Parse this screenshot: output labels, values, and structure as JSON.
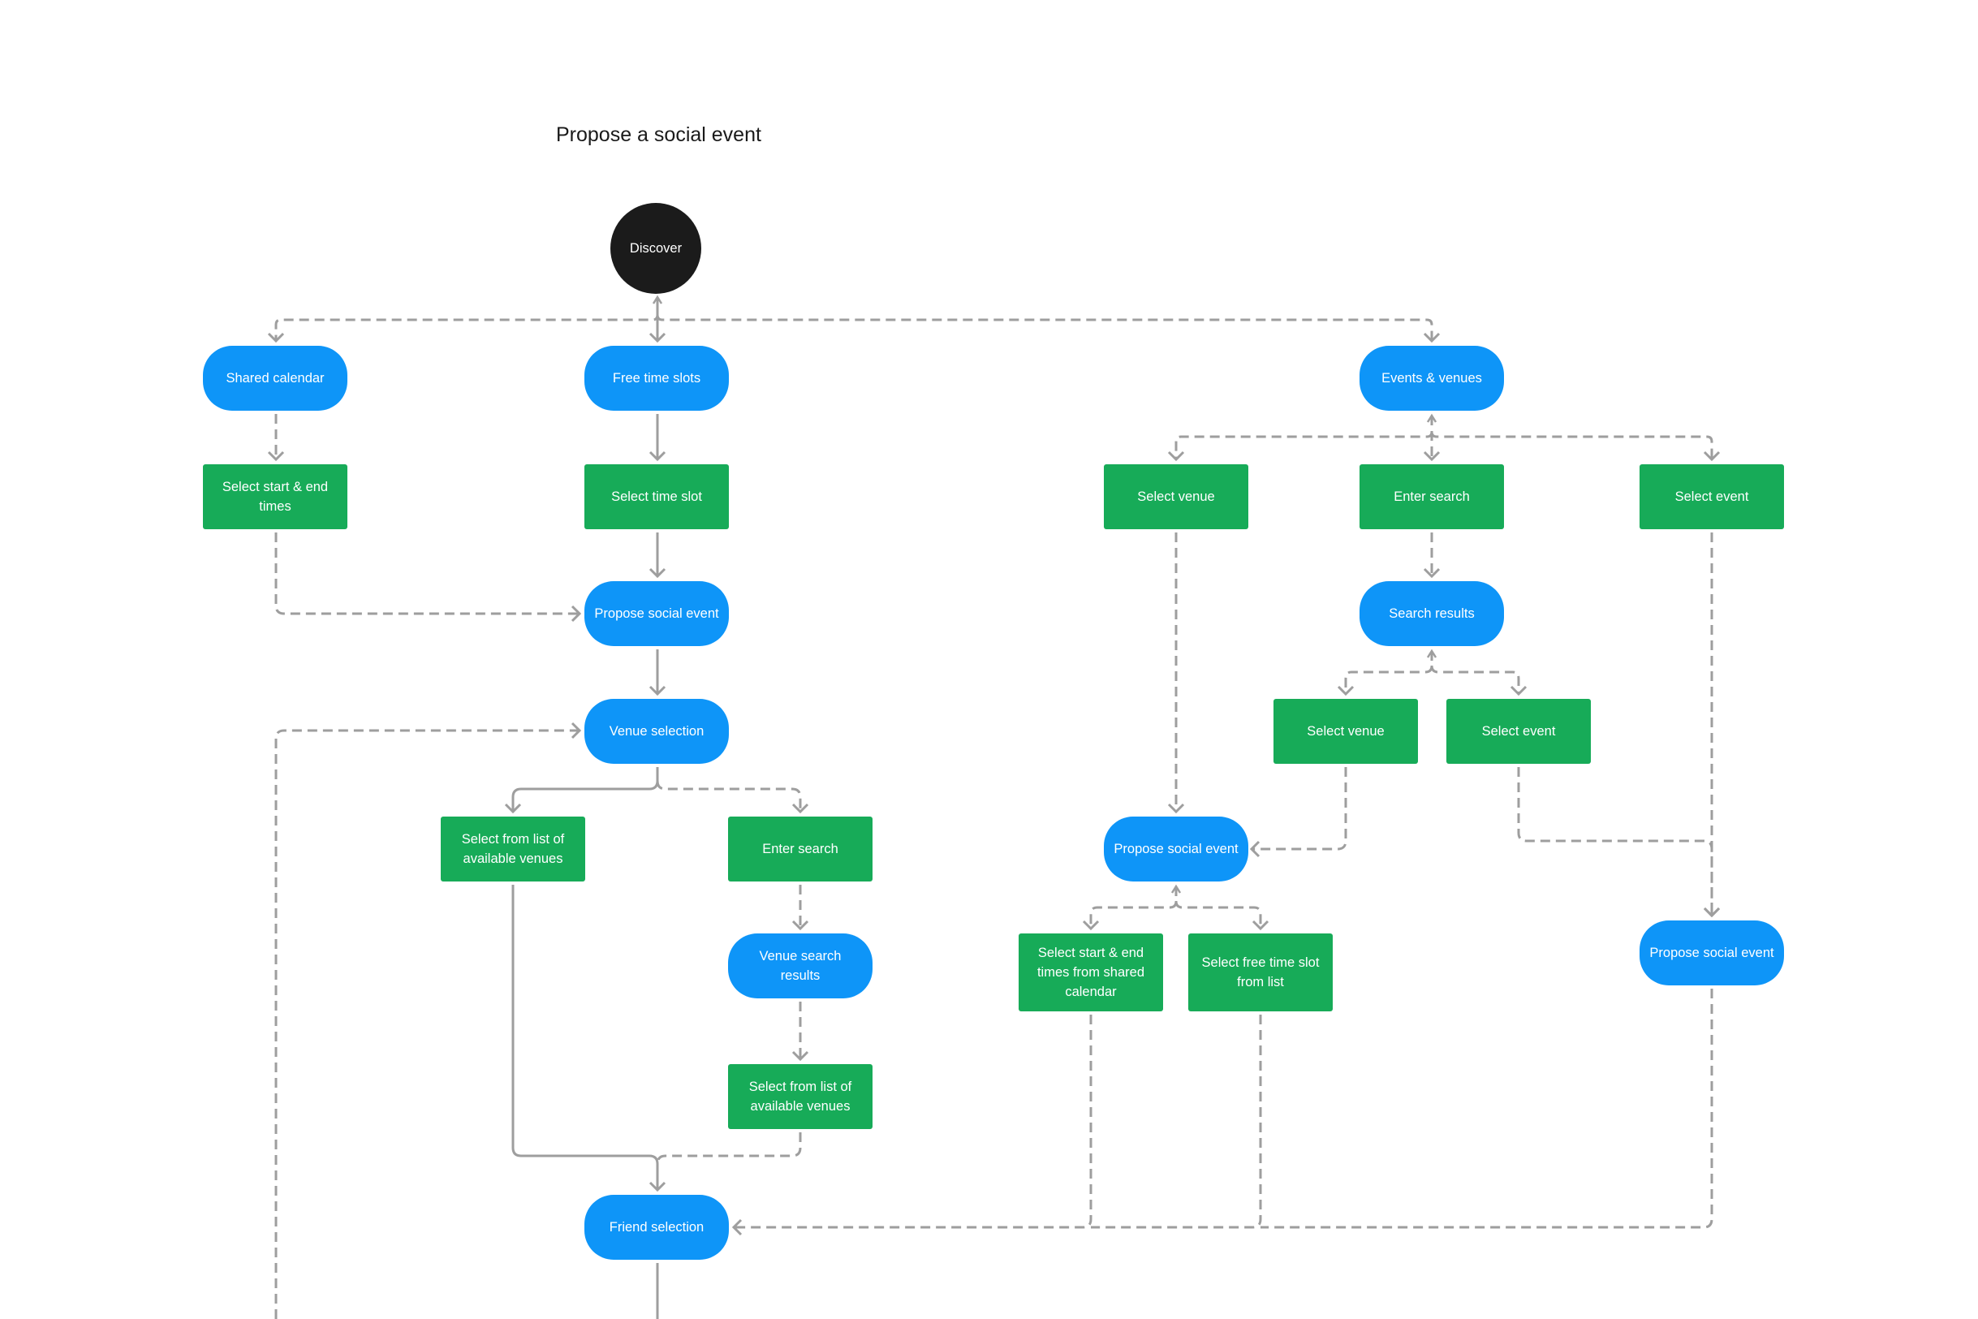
{
  "title": "Propose a social event",
  "colors": {
    "process": "#0e95f8",
    "action": "#17ab58",
    "start": "#1b1b1b",
    "connector": "#9e9e9e"
  },
  "nodes": {
    "discover": "Discover",
    "shared_calendar": "Shared calendar",
    "free_time_slots": "Free time slots",
    "events_venues": "Events & venues",
    "select_start_end_times": "Select start & end times",
    "select_time_slot": "Select time slot",
    "select_venue_1": "Select venue",
    "enter_search_1": "Enter search",
    "select_event_1": "Select event",
    "propose_social_event_1": "Propose social event",
    "search_results": "Search results",
    "venue_selection": "Venue selection",
    "select_venue_2": "Select venue",
    "select_event_2": "Select event",
    "select_from_list_1": "Select from list of available venues",
    "enter_search_2": "Enter search",
    "propose_social_event_2": "Propose social event",
    "venue_search_results": "Venue search results",
    "select_start_end_shared": "Select start & end times from shared calendar",
    "select_free_time_slot": "Select free time slot from list",
    "propose_social_event_3": "Propose social event",
    "select_from_list_2": "Select from list of available venues",
    "friend_selection": "Friend selection"
  }
}
